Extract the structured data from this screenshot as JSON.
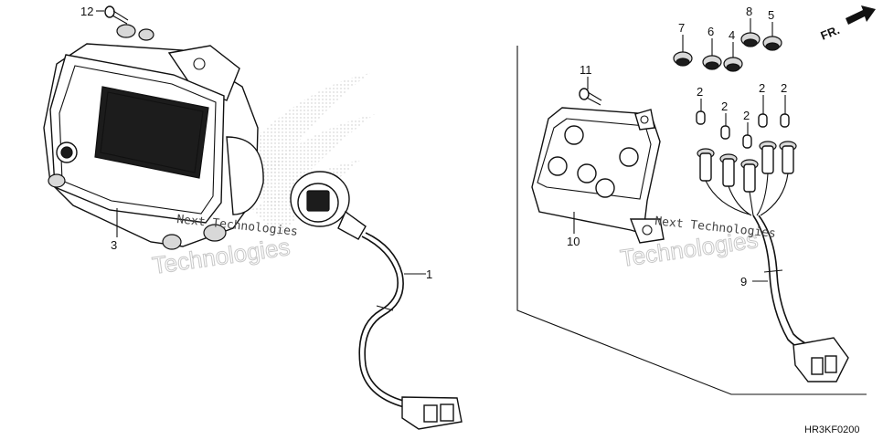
{
  "diagram": {
    "callouts": [
      {
        "id": "c1",
        "text": "1"
      },
      {
        "id": "c2a",
        "text": "2"
      },
      {
        "id": "c2b",
        "text": "2"
      },
      {
        "id": "c2c",
        "text": "2"
      },
      {
        "id": "c2d",
        "text": "2"
      },
      {
        "id": "c2e",
        "text": "2"
      },
      {
        "id": "c3",
        "text": "3"
      },
      {
        "id": "c4",
        "text": "4"
      },
      {
        "id": "c5",
        "text": "5"
      },
      {
        "id": "c6",
        "text": "6"
      },
      {
        "id": "c7",
        "text": "7"
      },
      {
        "id": "c8",
        "text": "8"
      },
      {
        "id": "c9",
        "text": "9"
      },
      {
        "id": "c10",
        "text": "10"
      },
      {
        "id": "c11",
        "text": "11"
      },
      {
        "id": "c12",
        "text": "12"
      }
    ],
    "front_indicator": "FR.",
    "diagram_code": "HR3KF0200",
    "watermarks": [
      {
        "text": "Next Technologies"
      },
      {
        "text": "Next Technologies"
      }
    ],
    "faint_watermark": "Technologies"
  }
}
